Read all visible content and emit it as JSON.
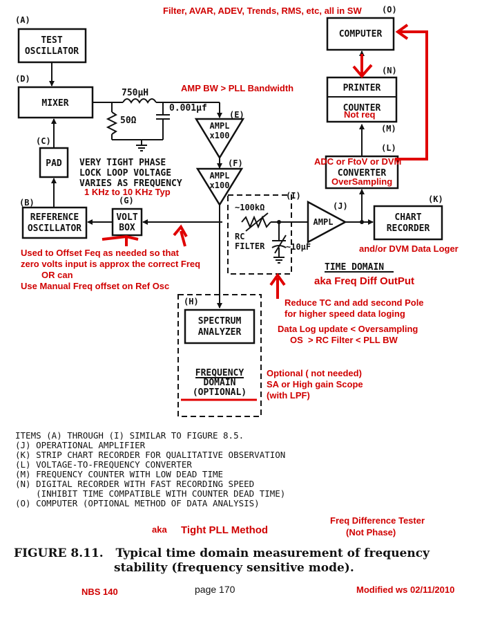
{
  "blocks": {
    "A": {
      "id": "(A)",
      "line1": "TEST",
      "line2": "OSCILLATOR"
    },
    "D": {
      "id": "(D)",
      "label": "MIXER"
    },
    "C": {
      "id": "(C)",
      "label": "PAD"
    },
    "B": {
      "id": "(B)",
      "line1": "REFERENCE",
      "line2": "OSCILLATOR"
    },
    "G": {
      "id": "(G)",
      "line1": "VOLT",
      "line2": "BOX"
    },
    "E": {
      "id": "(E)",
      "line1": "AMPL",
      "line2": "x100"
    },
    "F": {
      "id": "(F)",
      "line1": "AMPL",
      "line2": "x100"
    },
    "I": {
      "id": "(I)",
      "resistor": "~100kΩ",
      "line1": "RC",
      "line2": "FILTER",
      "cap": "~10μF"
    },
    "J": {
      "id": "(J)",
      "label": "AMPL"
    },
    "K": {
      "id": "(K)",
      "line1": "CHART",
      "line2": "RECORDER"
    },
    "L": {
      "id": "(L)",
      "label": "CONVERTER"
    },
    "M": {
      "id": "(M)"
    },
    "N": {
      "id": "(N)",
      "line1": "PRINTER",
      "line2": "COUNTER"
    },
    "O": {
      "id": "(O)",
      "label": "COMPUTER"
    },
    "H": {
      "id": "(H)",
      "line1": "SPECTRUM",
      "line2": "ANALYZER",
      "dom1": "FREQUENCY",
      "dom2": "DOMAIN",
      "dom3": "(OPTIONAL)"
    }
  },
  "components": {
    "inductor": "750μH",
    "resistor": "50Ω",
    "capacitor": "0.001μf"
  },
  "pll_text": [
    "VERY TIGHT PHASE",
    "LOCK LOOP VOLTAGE",
    "VARIES AS FREQUENCY"
  ],
  "time_domain": "TIME DOMAIN",
  "legend": [
    "ITEMS (A) THROUGH (I) SIMILAR TO FIGURE 8.5.",
    "(J) OPERATIONAL AMPLIFIER",
    "(K) STRIP CHART RECORDER FOR QUALITATIVE OBSERVATION",
    "(L) VOLTAGE-TO-FREQUENCY CONVERTER",
    "(M) FREQUENCY COUNTER WITH LOW DEAD TIME",
    "(N) DIGITAL RECORDER WITH FAST RECORDING SPEED",
    "    (INHIBIT TIME COMPATIBLE WITH COUNTER DEAD TIME)",
    "(O) COMPUTER (OPTIONAL METHOD OF DATA ANALYSIS)"
  ],
  "caption": {
    "line1": "FIGURE 8.11.   Typical time domain measurement of frequency",
    "line2": "stability (frequency sensitive mode)."
  },
  "annotations": {
    "top": "Filter, AVAR, ADEV, Trends, RMS, etc, all in SW",
    "amp_bw": "AMP BW > PLL Bandwidth",
    "not_req": "Not req",
    "adc": "ADC or FtoV or DVM",
    "oversampling": "OverSampling",
    "khz": "1 KHz to 10 KHz Typ",
    "offset": [
      "Used to Offset Feq as needed so that",
      "zero volts input is approx the correct Freq",
      "OR can",
      "Use Manual Freq offset on Ref Osc"
    ],
    "dvm_logger": "and/or DVM Data Loger",
    "freq_diff": "aka Freq Diff OutPut",
    "reduce_tc": [
      "Reduce TC and add second Pole",
      "for higher speed data loging"
    ],
    "data_log": [
      "Data Log update < Oversampling",
      "OS  > RC Filter < PLL BW"
    ],
    "optional": [
      "Optional ( not needed)",
      "SA or High gain Scope",
      "(with LPF)"
    ],
    "aka": "aka",
    "tight_pll": "Tight PLL Method",
    "freq_diff_tester": [
      "Freq Difference Tester",
      "(Not Phase)"
    ],
    "nbs": "NBS 140",
    "page": "page 170",
    "modified": "Modified ws 02/11/2010"
  }
}
